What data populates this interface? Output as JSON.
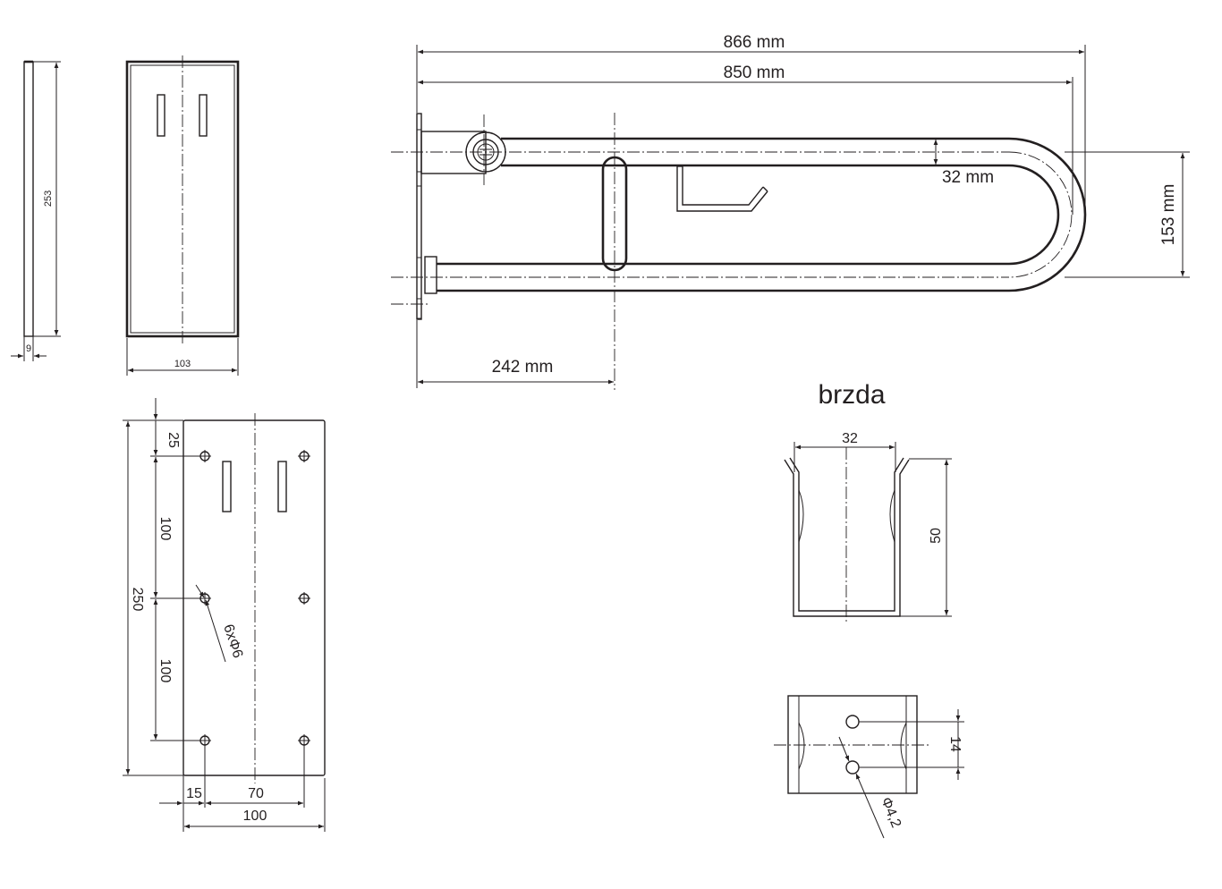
{
  "top_left_views": {
    "side_height": "253",
    "side_thickness": "9",
    "front_width": "103"
  },
  "plate_view": {
    "top_offset": "25",
    "spacing_upper": "100",
    "total_height": "250",
    "spacing_lower": "100",
    "hole_callout": "6xΦ6",
    "edge_offset": "15",
    "hole_spacing_x": "70",
    "plate_width": "100"
  },
  "rail_view": {
    "overall_length": "866 mm",
    "rail_length": "850 mm",
    "tube_diameter": "32 mm",
    "overall_height": "153 mm",
    "support_position": "242 mm"
  },
  "brake_view": {
    "title": "brzda",
    "width": "32",
    "height": "50",
    "hole_spacing": "14",
    "hole_diameter": "Φ4,2"
  }
}
